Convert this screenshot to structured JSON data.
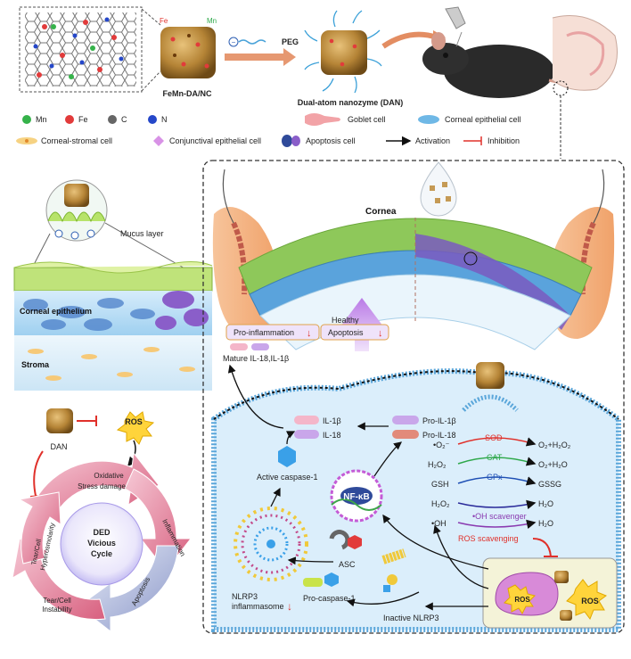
{
  "top": {
    "atoms_fe": "Fe",
    "atoms_mn": "Mn",
    "material_label": "FeMn-DA/NC",
    "peg_label": "PEG",
    "nanozyme_label": "Dual-atom nanozyme (DAN)"
  },
  "legend": {
    "mn": "Mn",
    "fe": "Fe",
    "c": "C",
    "n": "N",
    "goblet": "Goblet cell",
    "corneal_epithelial": "Corneal epithelial cell",
    "corneal_stromal": "Corneal-stromal cell",
    "conjunctival": "Conjunctival epithelial cell",
    "apoptosis": "Apoptosis cell",
    "activation": "Activation",
    "inhibition": "Inhibition"
  },
  "left": {
    "mucus": "Mucus layer",
    "epithelium": "Corneal epithelium",
    "stroma": "Stroma",
    "dan": "DAN",
    "ros": "ROS"
  },
  "cycle": {
    "center_1": "DED",
    "center_2": "Vicious",
    "center_3": "Cycle",
    "seg_oxidative_1": "Oxidative",
    "seg_oxidative_2": "Stress damage",
    "seg_inflammation": "Inflammation",
    "seg_apoptosis": "Apoptosis",
    "seg_instability_1": "Tear/Cell",
    "seg_instability_2": "Instability",
    "seg_hyperosm_1": "Tear/Cell",
    "seg_hyperosm_2": "Hyperosmolarity"
  },
  "main": {
    "cornea": "Cornea",
    "healthy": "Healthy",
    "pro_inflammation": "Pro-inflammation",
    "apoptosis": "Apoptosis",
    "mature": "Mature IL-18,IL-1β",
    "il1b": "IL-1β",
    "il18": "IL-18",
    "pro_il1b": "Pro-IL-1β",
    "pro_il18": "Pro-IL-18",
    "active_casp": "Active caspase-1",
    "nfkb": "NF-κB",
    "nlrp3_1": "NLRP3",
    "nlrp3_2": "inflammasome",
    "asc": "ASC",
    "pro_casp": "Pro-caspase-1",
    "inactive_nlrp3": "Inactive NLRP3",
    "ros_scavenging": "ROS scavenging",
    "ros": "ROS"
  },
  "reactions": [
    {
      "left": "•O₂⁻",
      "enzyme": "SOD",
      "right": "O₂+H₂O₂",
      "color": "#e0302a"
    },
    {
      "left": "H₂O₂",
      "enzyme": "CAT",
      "right": "O₂+H₂O",
      "color": "#2ea84a"
    },
    {
      "left": "GSH",
      "enzyme": "GPx",
      "right": "GSSG",
      "color": "#1e4fb4"
    },
    {
      "left": "H₂O₂",
      "enzyme": "",
      "right": "H₂O",
      "color": "#2b2b9a"
    },
    {
      "left": "•OH",
      "enzyme": "•OH scavenger",
      "right": "H₂O",
      "color": "#8a3ab0"
    }
  ]
}
